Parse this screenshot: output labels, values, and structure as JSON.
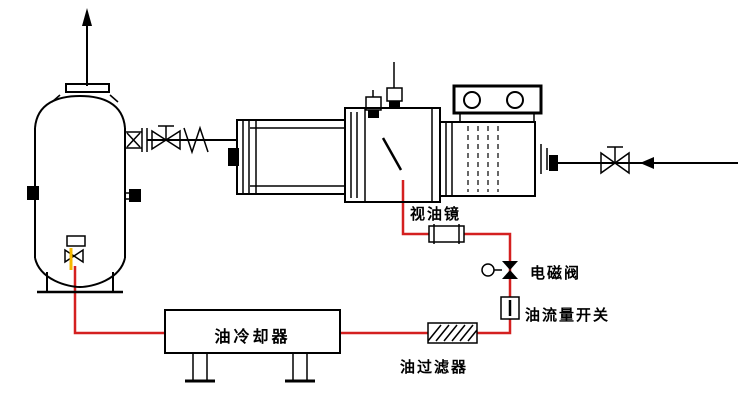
{
  "diagram": {
    "type": "oil-piping-schematic",
    "labels": {
      "sight_glass": "视油镜",
      "solenoid_valve": "电磁阀",
      "oil_flow_switch": "油流量开关",
      "oil_filter": "油过滤器",
      "oil_cooler": "油冷却器"
    },
    "colors": {
      "line": "#000000",
      "oil_pipe_red": "#d42020",
      "accent_yellow": "#f5b800",
      "background": "#ffffff"
    },
    "components": [
      {
        "id": "oil-separator-vessel"
      },
      {
        "id": "vent-arrow-up"
      },
      {
        "id": "suction-shutoff-valve"
      },
      {
        "id": "compressor-motor"
      },
      {
        "id": "compressor-block"
      },
      {
        "id": "separator-barrel"
      },
      {
        "id": "mounting-bracket"
      },
      {
        "id": "inlet-valve"
      },
      {
        "id": "inlet-flow-arrow"
      },
      {
        "id": "sight-glass"
      },
      {
        "id": "solenoid-valve"
      },
      {
        "id": "oil-flow-switch"
      },
      {
        "id": "oil-filter"
      },
      {
        "id": "oil-cooler"
      }
    ]
  }
}
